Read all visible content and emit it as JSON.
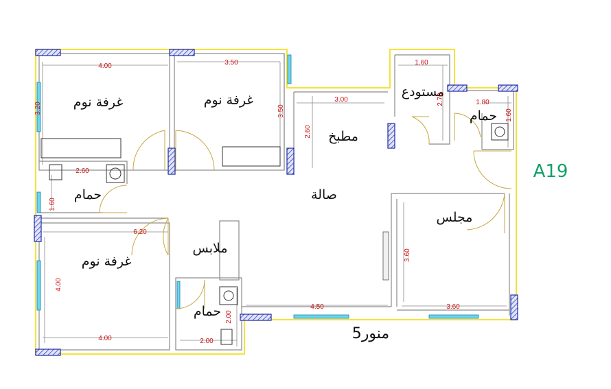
{
  "plan": {
    "plot_tag": "A19",
    "light_well": "منور5",
    "rooms": {
      "bedroom_top_left": "غرفة نوم",
      "bedroom_top_mid": "غرفة نوم",
      "bedroom_bottom": "غرفة نوم",
      "kitchen": "مطبخ",
      "storage": "مستودع",
      "bath_right": "حمام",
      "bath_left": "حمام",
      "bath_bottom": "حمام",
      "hall": "صالة",
      "majlis": "مجلس",
      "closet": "ملابس"
    },
    "dimensions": {
      "bedroom_top_left_width": "4.00",
      "bedroom_top_left_height": "3.20",
      "bedroom_top_mid_width": "3.50",
      "bedroom_top_mid_height": "3.50",
      "kitchen_width": "3.00",
      "kitchen_height": "2.60",
      "storage_width": "1.60",
      "storage_height": "2.70",
      "bath_right_width": "1.80",
      "bath_right_height": "1.60",
      "bath_left_width": "2.60",
      "bath_left_height": "1.60",
      "corridor_width": "6.20",
      "bedroom_bottom_height": "4.00",
      "bedroom_bottom_width": "4.00",
      "bath_bottom_width": "2.00",
      "bath_bottom_height": "2.00",
      "hall_width": "4.50",
      "majlis_width": "3.60",
      "majlis_height": "3.60"
    },
    "colors": {
      "outer_wall": "#f4e23a",
      "dimension_text": "#cc1111",
      "tag": "#12a06a",
      "window": "#6cd6f0",
      "column": "#1c2a9c"
    }
  }
}
